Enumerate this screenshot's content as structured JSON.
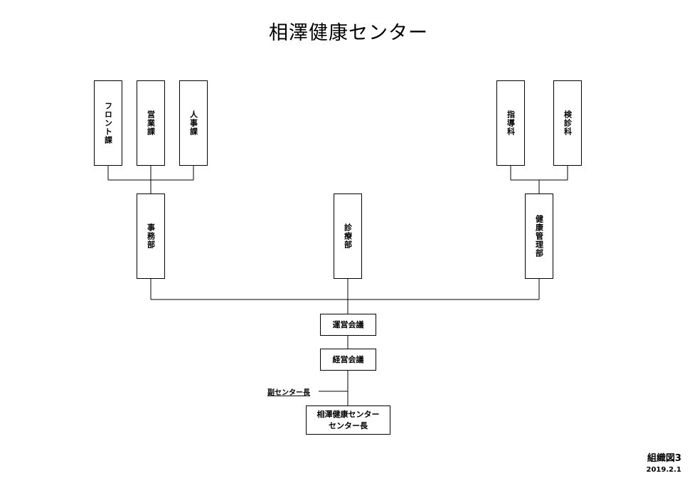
{
  "title": "相澤健康センター",
  "departments": {
    "admin": {
      "label": "事務部",
      "sections": [
        "フロント課",
        "営業課",
        "人事課"
      ]
    },
    "clinic": {
      "label": "診療部"
    },
    "health": {
      "label": "健康管理部",
      "sections": [
        "指導科",
        "検診科"
      ]
    }
  },
  "meetings": {
    "operations": "運営会議",
    "management": "経営会議"
  },
  "deputy_director": "副センター長",
  "director": {
    "line1": "相澤健康センター",
    "line2": "センター長"
  },
  "footer": {
    "doc_title": "組織図3",
    "date": "2019.2.1"
  }
}
